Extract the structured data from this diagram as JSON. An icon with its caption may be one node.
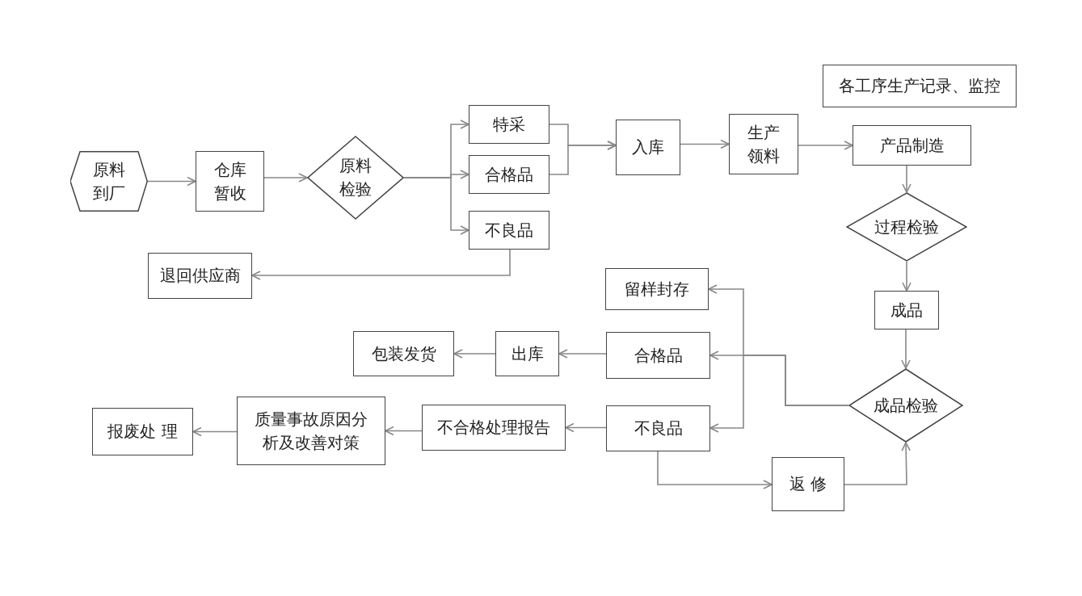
{
  "diagram": {
    "nodes": [
      {
        "text": [
          "原料到厂"
        ]
      },
      {
        "text": [
          "仓库暂收"
        ]
      },
      {
        "text": [
          "原料检验"
        ]
      },
      {
        "text": [
          "特采"
        ]
      },
      {
        "text": [
          "合格品"
        ]
      },
      {
        "text": [
          "不良品"
        ]
      },
      {
        "text": [
          "退回供应商"
        ]
      },
      {
        "text": [
          "入库"
        ]
      },
      {
        "text": [
          "生产领料"
        ]
      },
      {
        "text": [
          "各工序生产记录、监控"
        ]
      },
      {
        "text": [
          "产品制造"
        ]
      },
      {
        "text": [
          "过程检验"
        ]
      },
      {
        "text": [
          "成品"
        ]
      },
      {
        "text": [
          "成品检验"
        ]
      },
      {
        "text": [
          "留样封存"
        ]
      },
      {
        "text": [
          "合格品"
        ]
      },
      {
        "text": [
          "不良品"
        ]
      },
      {
        "text": [
          "出库"
        ]
      },
      {
        "text": [
          "包装发货"
        ]
      },
      {
        "text": [
          "不合格处理报告"
        ]
      },
      {
        "text": [
          "质量事故原因分析及改善对策"
        ]
      },
      {
        "text": [
          "报废处 理"
        ]
      },
      {
        "text": [
          "返 修"
        ]
      }
    ],
    "edges": [
      {
        "from": 0,
        "to": 1,
        "arrow": "to"
      },
      {
        "from": 1,
        "to": 2,
        "arrow": "to"
      },
      {
        "from": 2,
        "to": 3,
        "arrow": "to"
      },
      {
        "from": 2,
        "to": 4,
        "arrow": "to"
      },
      {
        "from": 2,
        "to": 5,
        "arrow": "to"
      },
      {
        "from": 3,
        "to": 7,
        "arrow": "to"
      },
      {
        "from": 4,
        "to": 7,
        "arrow": "to"
      },
      {
        "from": 5,
        "to": 6,
        "arrow": "to"
      },
      {
        "from": 7,
        "to": 8,
        "arrow": "to"
      },
      {
        "from": 8,
        "to": 10,
        "arrow": "to"
      },
      {
        "from": 10,
        "to": 11,
        "arrow": "to"
      },
      {
        "from": 11,
        "to": 12,
        "arrow": "to"
      },
      {
        "from": 12,
        "to": 13,
        "arrow": "to"
      },
      {
        "from": 13,
        "to": 14,
        "arrow": "to"
      },
      {
        "from": 13,
        "to": 15,
        "arrow": "to"
      },
      {
        "from": 13,
        "to": 16,
        "arrow": "to"
      },
      {
        "from": 15,
        "to": 17,
        "arrow": "to"
      },
      {
        "from": 17,
        "to": 18,
        "arrow": "to"
      },
      {
        "from": 16,
        "to": 19,
        "arrow": "to"
      },
      {
        "from": 19,
        "to": 20,
        "arrow": "to"
      },
      {
        "from": 20,
        "to": 21,
        "arrow": "to"
      },
      {
        "from": 16,
        "to": 22,
        "arrow": "to"
      },
      {
        "from": 22,
        "to": 13,
        "arrow": "to"
      }
    ]
  }
}
